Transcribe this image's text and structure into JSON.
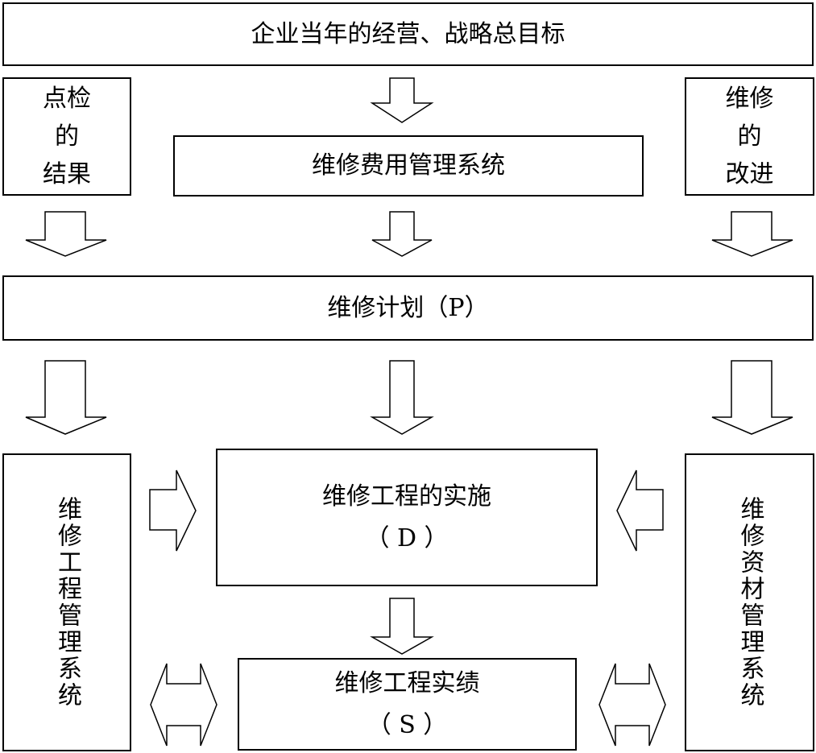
{
  "goals": {
    "label": "企业当年的经营、战略总目标"
  },
  "inspection": {
    "lines": [
      "点检",
      "的",
      "结果"
    ]
  },
  "cost": {
    "label": "维修费用管理系统"
  },
  "improvement": {
    "lines": [
      "维修",
      "的",
      "改进"
    ]
  },
  "plan": {
    "label": "维修计划（P）"
  },
  "engineering_mgmt": {
    "label": "维修工程管理系统"
  },
  "implementation": {
    "line1": "维修工程的实施",
    "line2": "（ D ）"
  },
  "results": {
    "line1": "维修工程实绩",
    "line2": "（ S ）"
  },
  "materials_mgmt": {
    "label": "维修资材管理系统"
  }
}
